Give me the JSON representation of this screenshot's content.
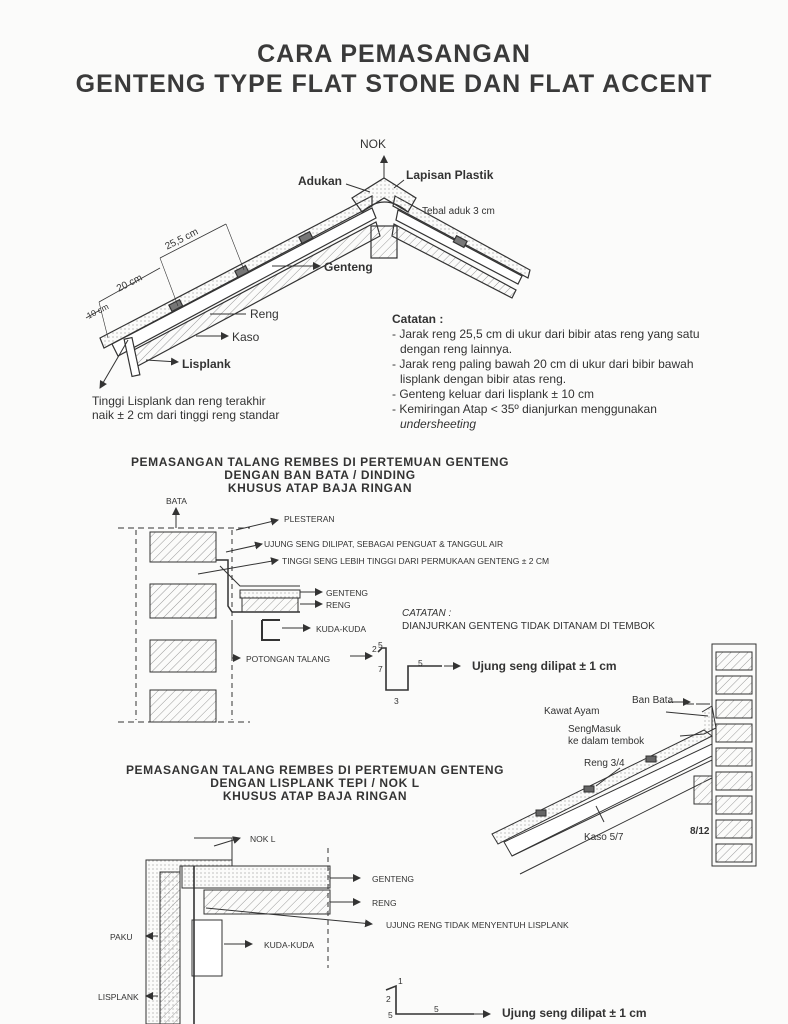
{
  "title": {
    "line1": "CARA PEMASANGAN",
    "line2": "GENTENG TYPE FLAT STONE DAN FLAT ACCENT"
  },
  "roof": {
    "nok": "NOK",
    "adukan": "Adukan",
    "lapisan_plastik": "Lapisan Plastik",
    "tebal_aduk": "Tebal aduk 3 cm",
    "genteng": "Genteng",
    "reng": "Reng",
    "kaso": "Kaso",
    "lisplank": "Lisplank",
    "dim_25": "25,5 cm",
    "dim_20": "20 cm",
    "dim_10": "10 cm",
    "note_line1": "Tinggi Lisplank dan reng terakhir",
    "note_line2": "naik ± 2 cm dari tinggi reng standar"
  },
  "catatan": {
    "heading": "Catatan :",
    "items": [
      "- Jarak reng 25,5 cm di ukur dari bibir atas reng yang satu",
      "  dengan reng lainnya.",
      "- Jarak reng paling bawah 20 cm di ukur dari bibir bawah",
      "  lisplank dengan bibir atas reng.",
      "- Genteng keluar dari lisplank ± 10 cm",
      "- Kemiringan Atap < 35º dianjurkan menggunakan"
    ],
    "last_italic": "undersheeting"
  },
  "section2": {
    "line1": "PEMASANGAN TALANG REMBES DI PERTEMUAN GENTENG",
    "line2": "DENGAN BAN BATA / DINDING",
    "line3": "KHUSUS ATAP BAJA RINGAN",
    "bata": "BATA",
    "plesteran": "PLESTERAN",
    "ujung_seng": "UJUNG SENG DILIPAT, SEBAGAI PENGUAT & TANGGUL AIR",
    "tinggi_seng": "TINGGI SENG LEBIH TINGGI DARI PERMUKAAN GENTENG ± 2 CM",
    "genteng": "GENTENG",
    "reng": "RENG",
    "kuda_kuda": "KUDA-KUDA",
    "potongan_talang": "POTONGAN TALANG",
    "catatan_head": "CATATAN :",
    "catatan_text": "DIANJURKAN GENTENG TIDAK DITANAM DI TEMBOK",
    "ujung_dilipat": "Ujung seng dilipat ± 1 cm",
    "n2": "2",
    "n5a": "5",
    "n7": "7",
    "n3": "3",
    "n5b": "5",
    "ban_bata": "Ban Bata",
    "kawat_ayam": "Kawat Ayam",
    "seng_masuk1": "SengMasuk",
    "seng_masuk2": "ke dalam tembok",
    "reng34": "Reng 3/4",
    "kaso57": "Kaso 5/7",
    "n812": "8/12"
  },
  "section3": {
    "line1": "PEMASANGAN TALANG REMBES DI PERTEMUAN GENTENG",
    "line2": "DENGAN LISPLANK TEPI / NOK L",
    "line3": "KHUSUS ATAP BAJA RINGAN",
    "nok_l": "NOK L",
    "genteng": "GENTENG",
    "reng": "RENG",
    "ujung_reng": "UJUNG RENG TIDAK MENYENTUH LISPLANK",
    "paku": "PAKU",
    "kuda_kuda": "KUDA-KUDA",
    "lisplank": "LISPLANK",
    "n1": "1",
    "n2": "2",
    "n5a": "5",
    "n5b": "5",
    "ujung_dilipat": "Ujung seng dilipat ± 1 cm"
  }
}
